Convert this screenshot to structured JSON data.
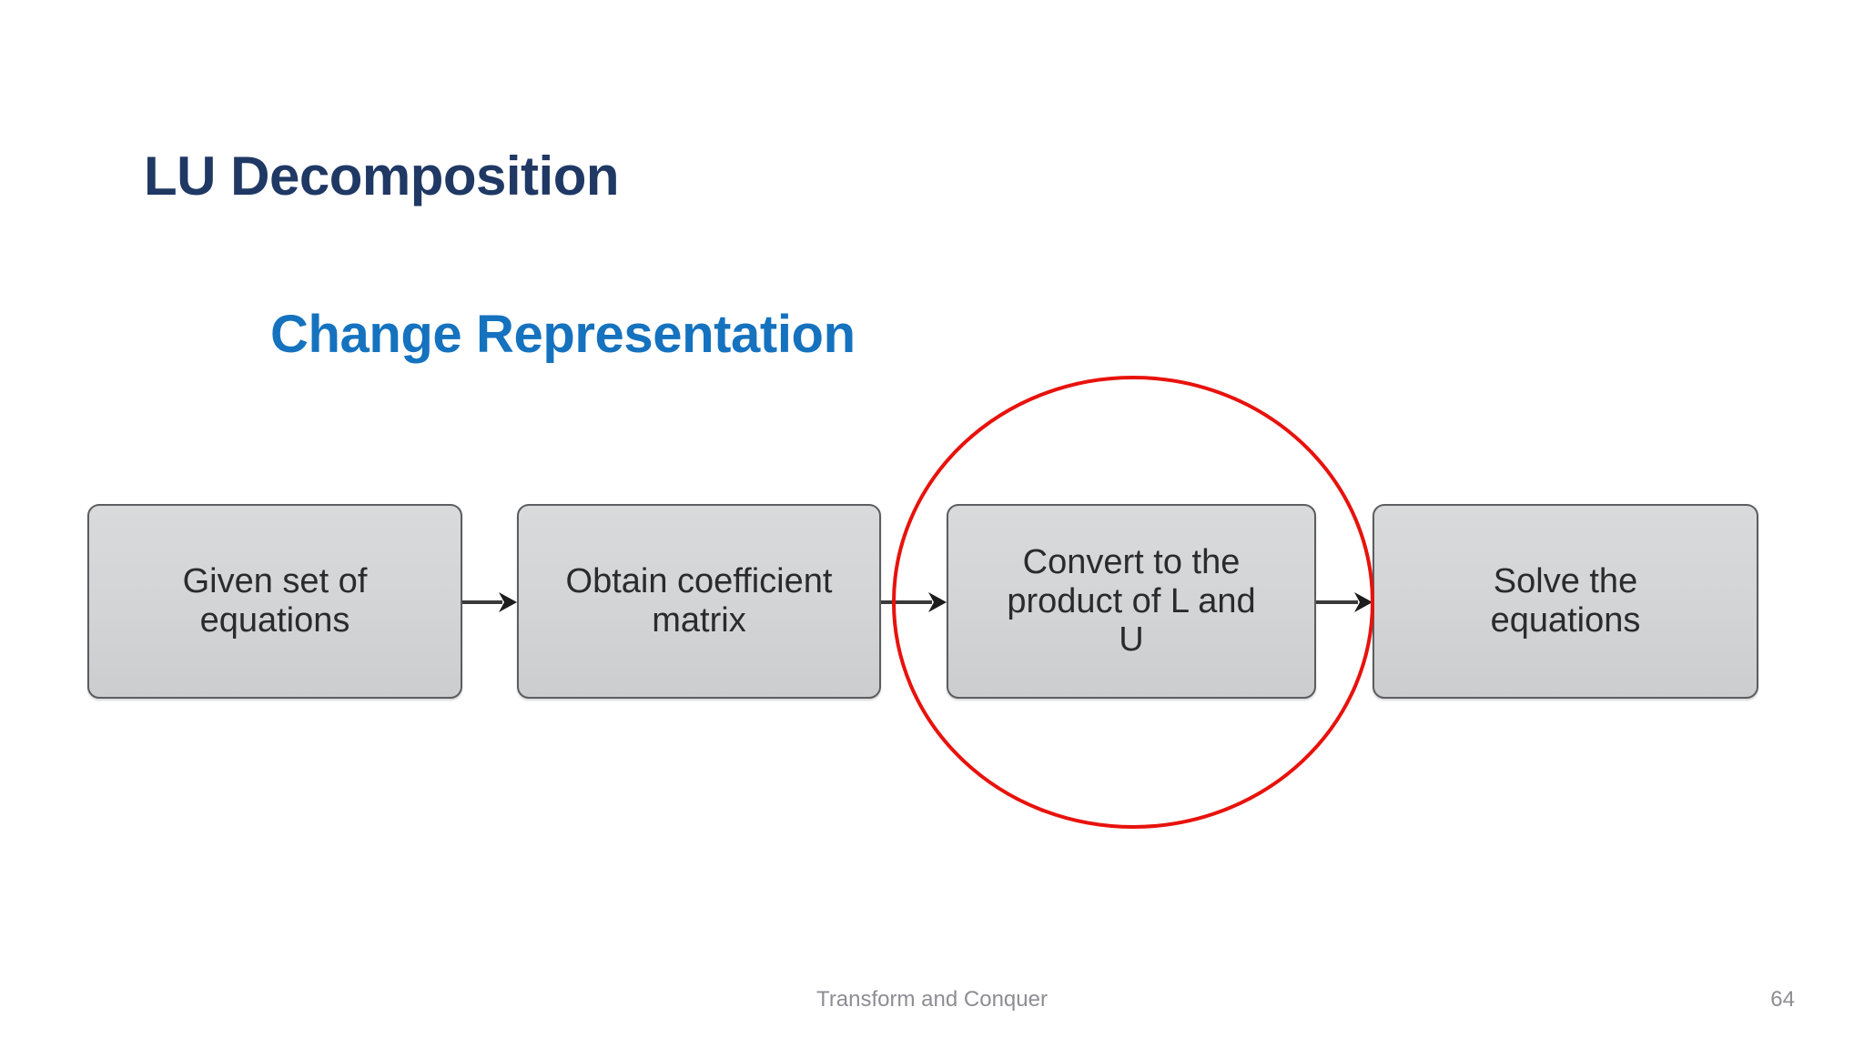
{
  "slide": {
    "title": "LU Decomposition",
    "subtitle": "Change Representation",
    "title_color": "#1F3864",
    "subtitle_color": "#1572BF",
    "background_color": "#FFFFFF"
  },
  "diagram": {
    "type": "flowchart",
    "orientation": "horizontal",
    "box_fill_color": "#D2D4D6",
    "box_border_color": "#5B5D60",
    "arrow_color": "#3A3A3A",
    "boxes": [
      {
        "id": "given-set-of-equations",
        "label": "Given set of\nequations"
      },
      {
        "id": "obtain-coefficient-matrix",
        "label": "Obtain coefficient\nmatrix"
      },
      {
        "id": "convert-to-lu-product",
        "label": "Convert to the\nproduct of L and\nU"
      },
      {
        "id": "solve-the-equations",
        "label": "Solve the\nequations"
      }
    ],
    "arrows": [
      {
        "from": "given-set-of-equations",
        "to": "obtain-coefficient-matrix"
      },
      {
        "from": "obtain-coefficient-matrix",
        "to": "convert-to-lu-product"
      },
      {
        "from": "convert-to-lu-product",
        "to": "solve-the-equations"
      }
    ],
    "annotation": {
      "shape": "ellipse",
      "color": "#E8120C",
      "targets": "convert-to-lu-product"
    }
  },
  "footer": {
    "note": "Transform and Conquer",
    "page_number": "64",
    "text_color": "#8D8D94"
  }
}
